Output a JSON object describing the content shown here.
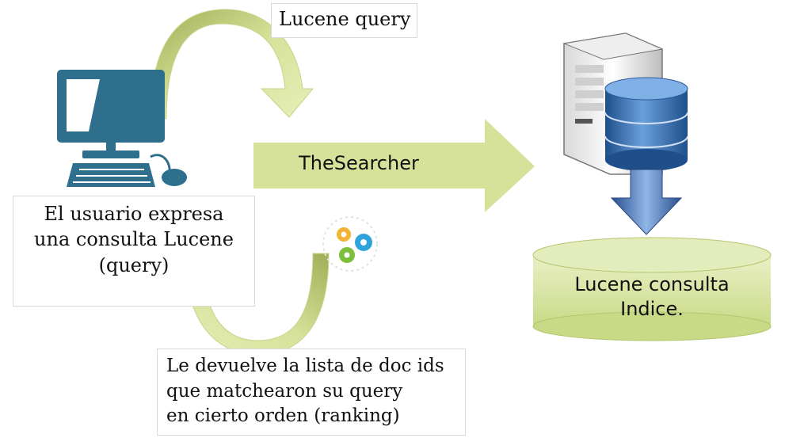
{
  "labels": {
    "query_label": "Lucene query",
    "user_lines": [
      "El usuario expresa",
      "una consulta Lucene",
      "(query)"
    ],
    "searcher": "TheSearcher",
    "result_lines": [
      "Le devuelve la lista de doc ids",
      "que matchearon su query",
      "en cierto orden (ranking)"
    ],
    "index_lines": [
      "Lucene consulta",
      "Indice."
    ]
  },
  "icons": [
    "computer-icon",
    "server-icon",
    "database-icon",
    "down-arrow-icon",
    "gears-icon"
  ],
  "colors": {
    "arrow_green": "#d6e29a",
    "cylinder_green": "#d9e7a6",
    "monitor_blue": "#2e6f8e",
    "db_blue": "#2f6fb5"
  }
}
